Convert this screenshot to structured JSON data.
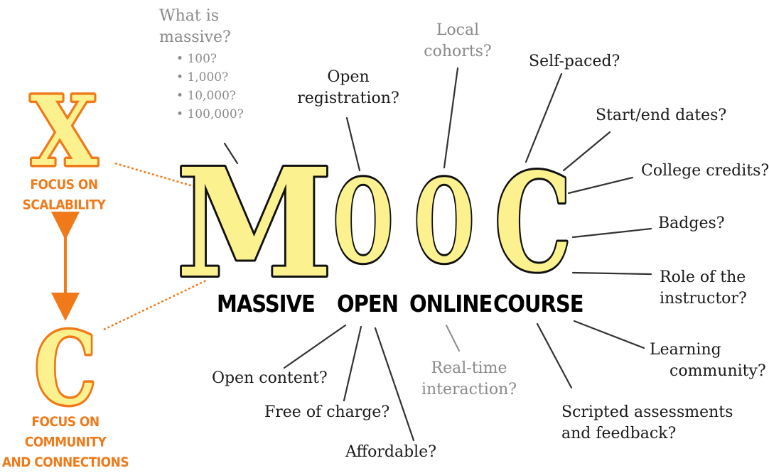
{
  "colors": {
    "accent_orange": "#f07a1a",
    "letter_fill": "#fbf28f",
    "ink": "#111111",
    "muted_text": "#8a8a8a"
  },
  "mooc": {
    "letters": [
      "M",
      "O",
      "O",
      "C"
    ],
    "words": [
      "MASSIVE",
      "OPEN",
      "ONLINE",
      "COURSE"
    ]
  },
  "left": {
    "x_letter": "X",
    "x_label": [
      "FOCUS ON",
      "SCALABILITY"
    ],
    "c_letter": "C",
    "c_label": [
      "FOCUS ON",
      "COMMUNITY",
      "AND CONNECTIONS"
    ]
  },
  "questions": {
    "massive_title": [
      "What is",
      "massive?"
    ],
    "massive_bullets": [
      "100?",
      "1,000?",
      "10,000?",
      "100,000?"
    ],
    "open_registration": [
      "Open",
      "registration?"
    ],
    "local_cohorts": [
      "Local",
      "cohorts?"
    ],
    "self_paced": "Self-paced?",
    "start_end": "Start/end dates?",
    "college_credits": "College credits?",
    "badges": "Badges?",
    "role_instructor": [
      "Role of the",
      "instructor?"
    ],
    "learning_community": [
      "Learning",
      "community?"
    ],
    "scripted": [
      "Scripted assessments",
      "and feedback?"
    ],
    "realtime": [
      "Real-time",
      "interaction?"
    ],
    "open_content": "Open content?",
    "free": "Free of charge?",
    "affordable": "Affordable?"
  }
}
